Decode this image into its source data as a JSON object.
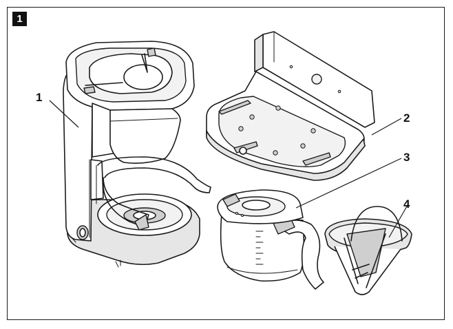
{
  "figure": {
    "number": "1"
  },
  "callouts": [
    {
      "id": "coffee-maker",
      "label": "1"
    },
    {
      "id": "wall-bracket",
      "label": "2"
    },
    {
      "id": "glass-jug",
      "label": "3"
    },
    {
      "id": "filter-holder",
      "label": "4"
    }
  ]
}
